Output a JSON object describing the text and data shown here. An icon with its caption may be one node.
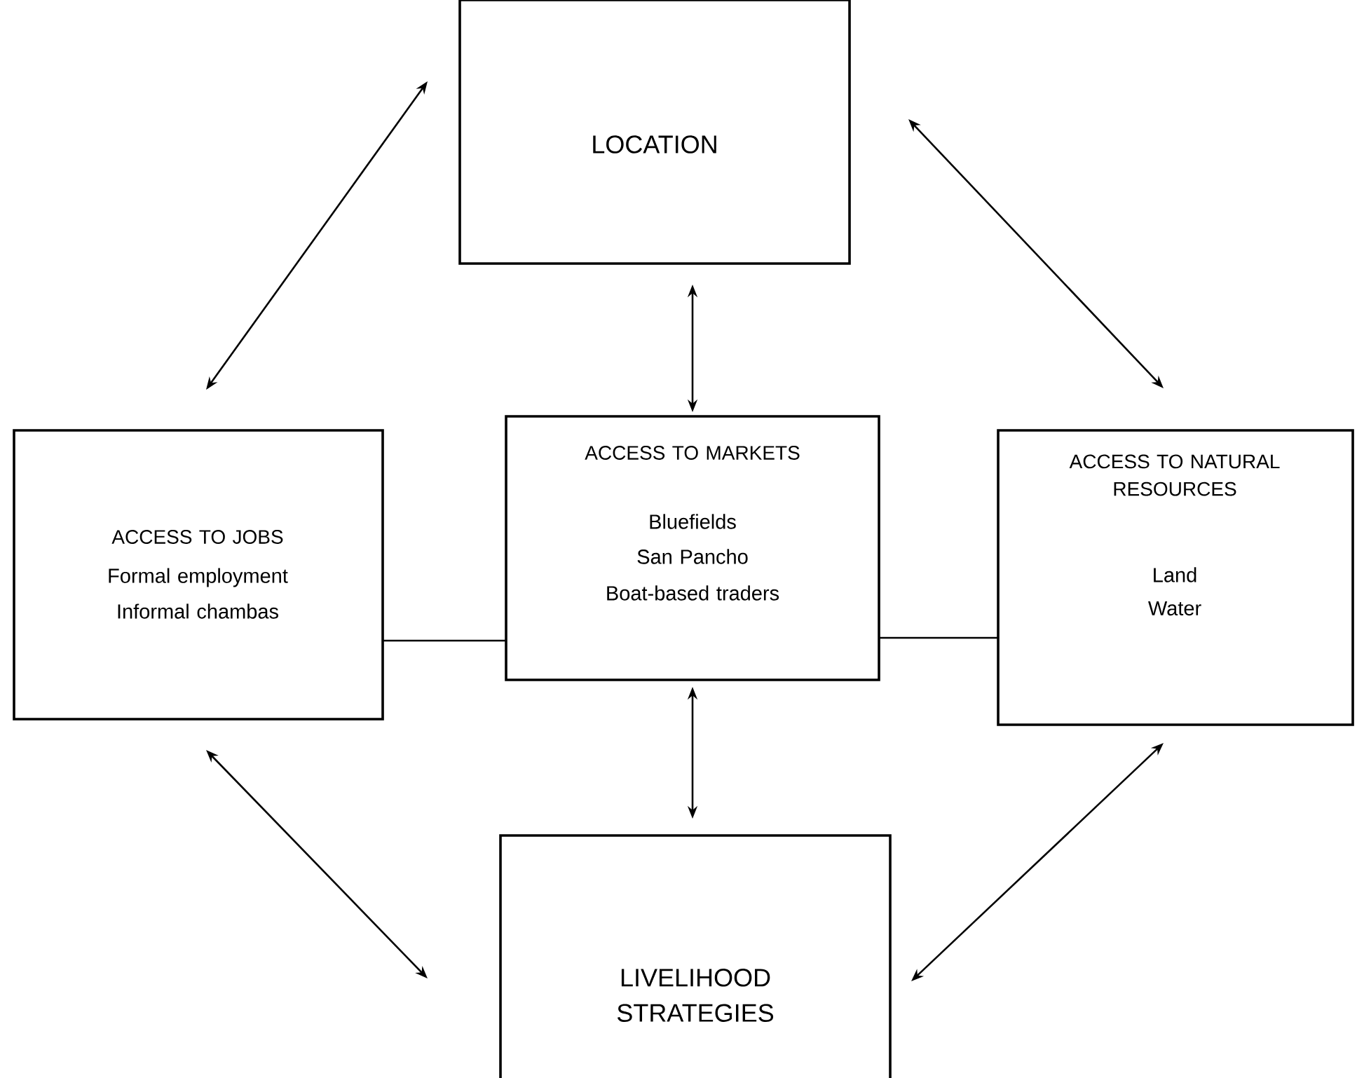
{
  "diagram": {
    "nodes": [
      {
        "text": [
          "LOCATION"
        ]
      },
      {
        "text": [
          "ACCESS TO JOBS",
          "Formal employment",
          "Informal chambas"
        ]
      },
      {
        "text": [
          "ACCESS TO MARKETS",
          "Bluefields",
          "San Pancho",
          "Boat-based traders"
        ]
      },
      {
        "text": [
          "ACCESS TO NATURAL RESOURCES",
          "Land",
          "Water"
        ]
      },
      {
        "text": [
          "LIVELIHOOD STRATEGIES"
        ]
      }
    ],
    "edges": [
      {
        "from": 1,
        "to": 0,
        "arrow": "both"
      },
      {
        "from": 0,
        "to": 3,
        "arrow": "both"
      },
      {
        "from": 0,
        "to": 2,
        "arrow": "both"
      },
      {
        "from": 1,
        "to": 2,
        "arrow": "none"
      },
      {
        "from": 2,
        "to": 3,
        "arrow": "none"
      },
      {
        "from": 2,
        "to": 4,
        "arrow": "both"
      },
      {
        "from": 1,
        "to": 4,
        "arrow": "both"
      },
      {
        "from": 3,
        "to": 4,
        "arrow": "both"
      }
    ]
  }
}
